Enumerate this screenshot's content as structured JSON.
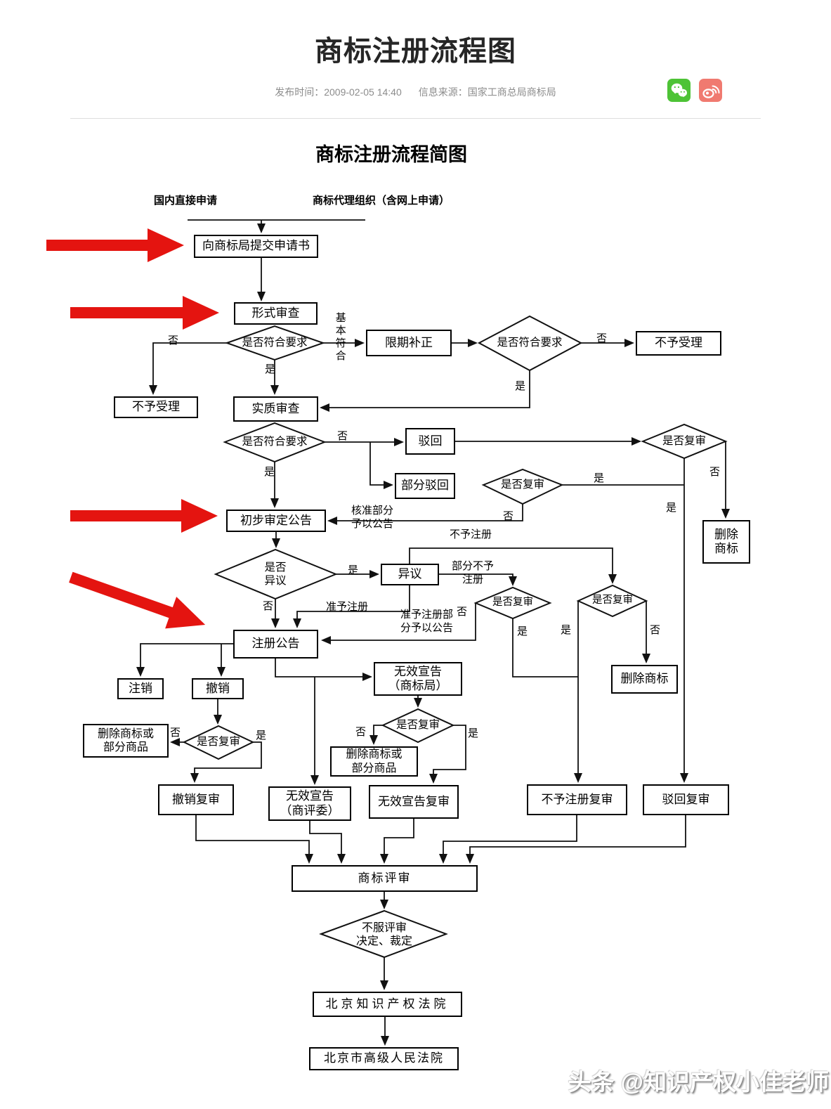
{
  "page": {
    "title": "商标注册流程图",
    "published": "发布时间：2009-02-05 14:40",
    "source": "信息来源：国家工商总局商标局",
    "watermark": "头条 @知识产权小佳老师"
  },
  "colors": {
    "annotation_arrow_red": "#e41410",
    "wechat_green": "#4dc336",
    "weibo_red": "#f07a70",
    "line_black": "#111111"
  },
  "flowchart": {
    "title": "商标注册流程简图",
    "lanes": {
      "direct": "国内直接申请",
      "agency": "商标代理组织（含网上申请）"
    },
    "nodes": {
      "submit": "向商标局提交申请书",
      "formal_exam": "形式审查",
      "correction": "限期补正",
      "not_accepted_right": "不予受理",
      "not_accepted_left": "不予受理",
      "substantive_exam": "实质审查",
      "refusal": "驳回",
      "partial_refusal": "部分驳回",
      "delete_tm_right": "删除\n商标",
      "preliminary_publication": "初步审定公告",
      "opposition": "异议",
      "registration_publication": "注册公告",
      "cancellation": "注销",
      "revocation": "撤销",
      "invalidation_tmo": "无效宣告\n（商标局）",
      "delete_tm_mid": "删除商标",
      "delete_tm_or_goods_left": "删除商标或\n部分商品",
      "delete_tm_or_goods_mid": "删除商标或\n部分商品",
      "revocation_review": "撤销复审",
      "invalidation_treb": "无效宣告\n（商评委）",
      "invalidation_review": "无效宣告复审",
      "non_registration_review": "不予注册复审",
      "refusal_review": "驳回复审",
      "trademark_review": "商标评审",
      "ip_court": "北京知识产权法院",
      "high_court": "北京市高级人民法院"
    },
    "decisions": {
      "meets_requirements_1": "是否符合要求",
      "meets_requirements_2": "是否符合要求",
      "meets_requirements_3": "是否符合要求",
      "review_refusal": "是否复审",
      "review_partial_refusal": "是否复审",
      "opposition_q": "是否\n异议",
      "review_partial_nonreg": "是否复审",
      "review_nonreg": "是否复审",
      "review_revocation": "是否复审",
      "review_invalidation": "是否复审",
      "dissatisfied": "不服评审\n决定、裁定"
    },
    "labels": {
      "yes": "是",
      "no": "否",
      "basically_meets": "基本符合",
      "approved_part_published": "核准部分\n予以公告",
      "not_registered": "不予注册",
      "partial_not_registered": "部分不予\n注册",
      "approved_registration": "准予注册",
      "approved_part_reg_published": "准予注册部\n分予以公告"
    }
  }
}
